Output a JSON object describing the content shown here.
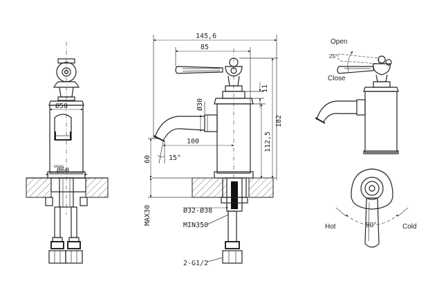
{
  "front_view": {
    "dim_body_diameter": "Ø50",
    "dim_base_diameter": "Ø60",
    "brand_mark": "BRAND"
  },
  "side_view": {
    "dim_overall_width": "145,6",
    "dim_handle_reach": "85",
    "dim_handle_height": "11",
    "dim_overall_height": "182",
    "dim_spout_height": "112,5",
    "dim_spout_diameter": "Ø30",
    "dim_spout_reach": "100",
    "dim_spout_angle": "15°",
    "dim_clearance": "60",
    "dim_mount_hole": "Ø32-Ø38",
    "dim_max_deck": "MAX30",
    "dim_min_hose": "MIN350",
    "dim_connection": "2-G1/2"
  },
  "handle_view": {
    "open_label": "Open",
    "close_label": "Close",
    "angle_label": "25°"
  },
  "top_view": {
    "hot_label": "Hot",
    "cold_label": "Cold",
    "angle_label": "90°"
  },
  "colors": {
    "line": "#222222",
    "background": "#ffffff"
  }
}
